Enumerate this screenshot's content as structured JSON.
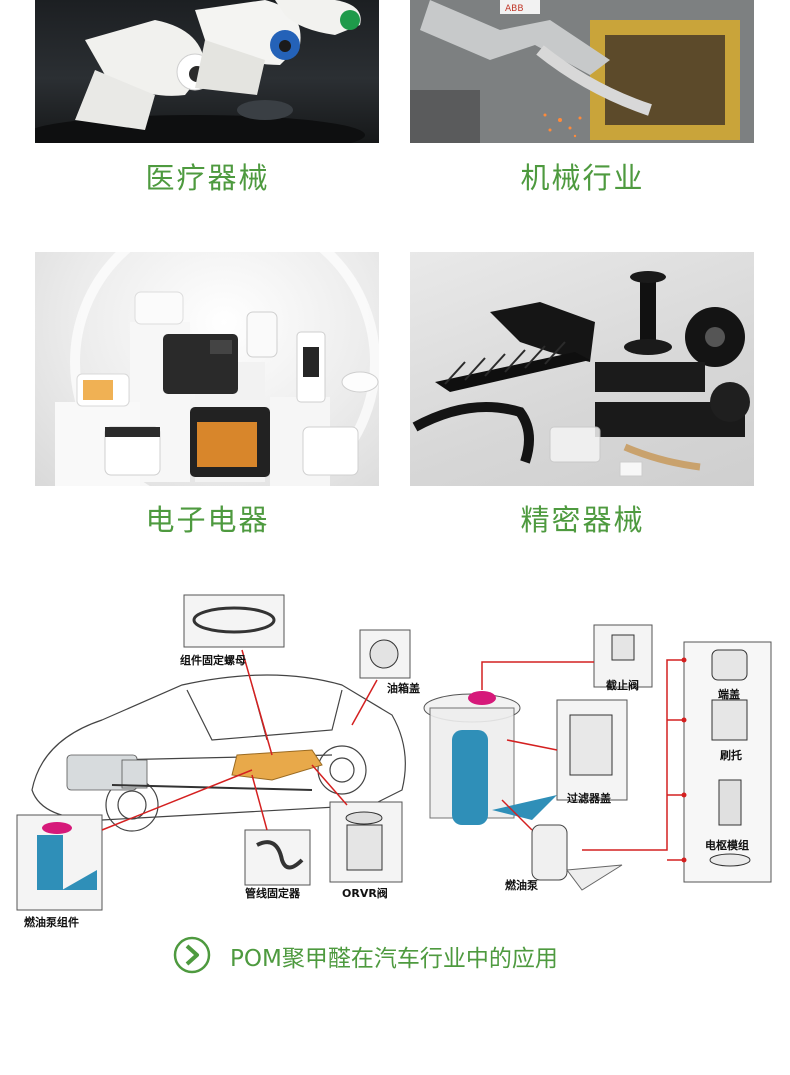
{
  "categories": [
    {
      "label": "医疗器械"
    },
    {
      "label": "机械行业"
    },
    {
      "label": "电子电器"
    },
    {
      "label": "精密器械"
    }
  ],
  "diagram": {
    "labels": {
      "nut": "组件固定螺母",
      "fuel_cap": "油箱盖",
      "pump_assembly": "燃油泵组件",
      "pipe_fixer": "管线固定器",
      "orvr_valve": "ORVR阀",
      "check_valve": "截止阀",
      "filter_cover": "过滤器盖",
      "fuel_pump": "燃油泵",
      "end_cover": "端盖",
      "brush_holder": "刷托",
      "armature_module": "电枢模组"
    }
  },
  "footer": {
    "text": "POM聚甲醛在汽车行业中的应用",
    "icon": "chevron-right-circle-icon"
  },
  "colors": {
    "accent_green": "#4e9a3f",
    "arrow_red": "#d42020",
    "fuel_blue": "#2f8fb8",
    "highlight_pink": "#d6197a"
  }
}
